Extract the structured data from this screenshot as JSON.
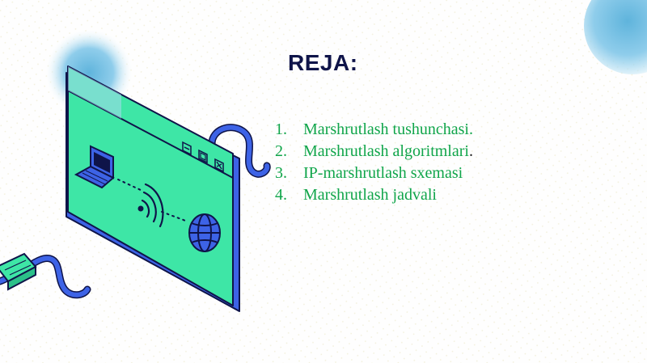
{
  "slide": {
    "title": "REJA:",
    "agenda": [
      {
        "number": "1.",
        "text": "Marshrutlash tushunchasi.",
        "tail": ""
      },
      {
        "number": "2.",
        "text": "Marshrutlash algoritmlari",
        "tail": "."
      },
      {
        "number": "3.",
        "text": "IP-marshrutlash sxemasi",
        "tail": ""
      },
      {
        "number": "4.",
        "text": "Marshrutlash jadvali",
        "tail": ""
      }
    ]
  },
  "colors": {
    "title": "#0f1449",
    "agenda_text": "#10a54a",
    "window_fill": "#3ee6a6",
    "window_side": "#3d63e6",
    "outline": "#0f1449",
    "blob": "#8fcdeb"
  },
  "icons": [
    "laptop-icon",
    "wifi-icon",
    "globe-icon",
    "minimize-icon",
    "maximize-icon",
    "close-icon",
    "cable-icon",
    "usb-plug-icon"
  ]
}
